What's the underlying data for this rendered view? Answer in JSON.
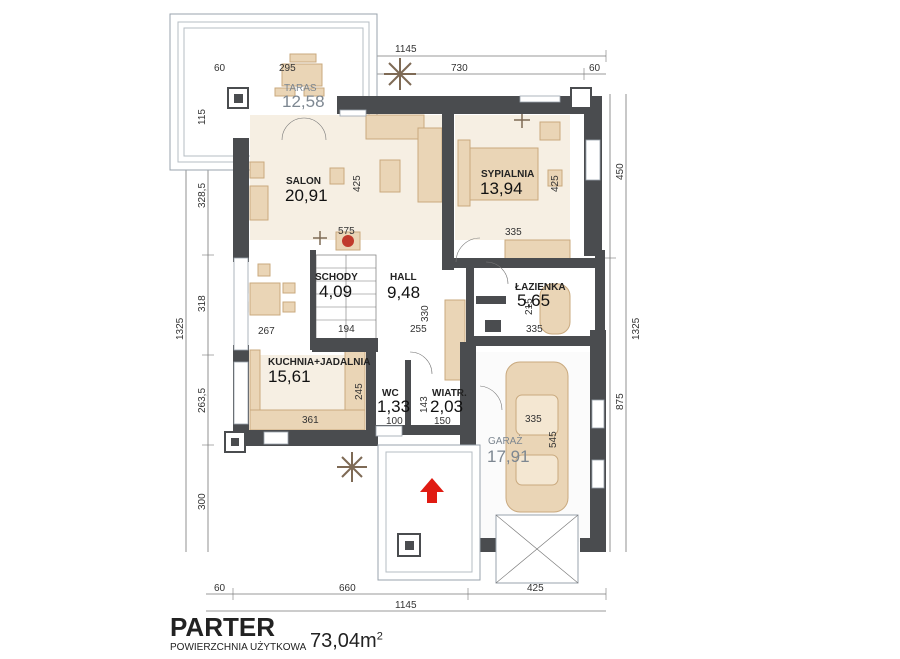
{
  "title": {
    "main": "PARTER",
    "subtitle": "POWIERZCHNIA UŻYTKOWA",
    "area_value": "73,04m",
    "area_exp": "2"
  },
  "rooms": {
    "taras": {
      "name": "TARAS",
      "area": "12,58"
    },
    "salon": {
      "name": "SALON",
      "area": "20,91"
    },
    "sypialnia": {
      "name": "SYPIALNIA",
      "area": "13,94"
    },
    "schody": {
      "name": "SCHODY",
      "area": "4,09"
    },
    "hall": {
      "name": "HALL",
      "area": "9,48"
    },
    "lazienka": {
      "name": "ŁAZIENKA",
      "area": "5,65"
    },
    "kuchnia": {
      "name": "KUCHNIA+JADALNIA",
      "area": "15,61"
    },
    "wc": {
      "name": "WC",
      "area": "1,33"
    },
    "wiatr": {
      "name": "WIATR.",
      "area": "2,03"
    },
    "garaz": {
      "name": "GARAŻ",
      "area": "17,91"
    }
  },
  "dimensions": {
    "top_total": "1145",
    "top_left": "60",
    "top_taras": "295",
    "top_main": "730",
    "top_right": "60",
    "bottom_left": "60",
    "bottom_mid": "660",
    "bottom_right": "425",
    "bottom_total": "1145",
    "left_total": "1325",
    "left_115": "115",
    "left_3285": "328,5",
    "left_318": "318",
    "left_2635": "263,5",
    "left_300": "300",
    "right_total": "1325",
    "right_450": "450",
    "right_875": "875",
    "int_425_salon": "425",
    "int_425_syp": "425",
    "int_575": "575",
    "int_335_syp": "335",
    "int_330": "330",
    "int_255": "255",
    "int_194": "194",
    "int_267": "267",
    "int_215": "215",
    "int_335_laz": "335",
    "int_245": "245",
    "int_361": "361",
    "int_143": "143",
    "int_100": "100",
    "int_150": "150",
    "int_335_gar": "335",
    "int_545": "545"
  },
  "colors": {
    "wall": "#4a4c4f",
    "furniture": "#ead5b6",
    "entrance_arrow": "#e01b12",
    "grey_text": "#7d8791"
  }
}
